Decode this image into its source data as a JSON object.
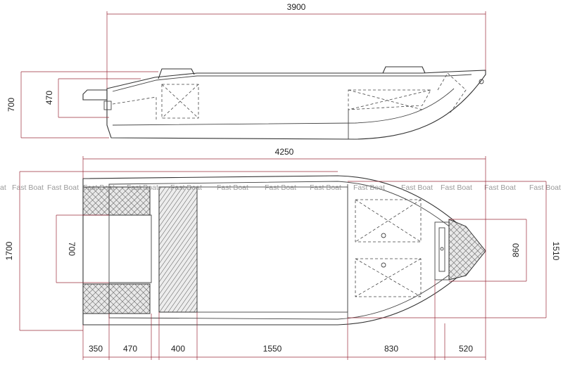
{
  "dimensions": {
    "side_length": "3900",
    "side_height_total": "700",
    "side_height_hull": "470",
    "top_length": "4250",
    "top_width_total": "1700",
    "top_transom_gap": "700",
    "top_bow_inner": "860",
    "top_width_hull": "1510",
    "seg_1": "350",
    "seg_2": "470",
    "seg_3": "400",
    "seg_4": "1550",
    "seg_5": "830",
    "seg_6": "520"
  },
  "watermark": {
    "labels": [
      "at",
      "Fast Boat",
      "Fast Boat",
      "Fast Boat",
      "Fast Boat",
      "Fast Boat",
      "Fast Boat",
      "Fast Boat",
      "Fast Boat",
      "Fast Boat",
      "Fast Boat",
      "Fast Boat",
      "Fast Boat",
      "Fast Boat"
    ]
  },
  "colors": {
    "dimension_line": "#9a2b3a",
    "outline": "#333333"
  }
}
